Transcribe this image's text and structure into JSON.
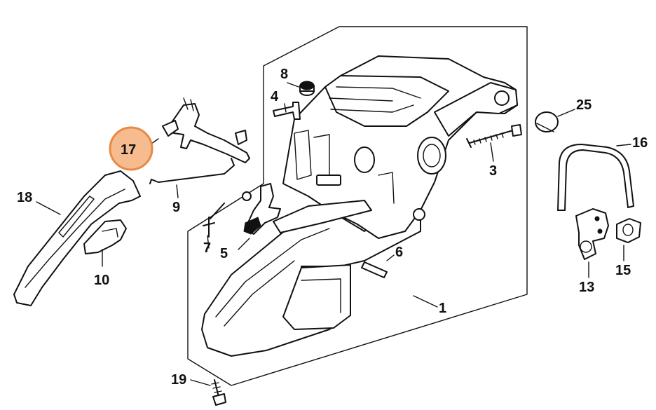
{
  "callouts": {
    "p1": "1",
    "p3": "3",
    "p4": "4",
    "p5": "5",
    "p6": "6",
    "p7": "7",
    "p8": "8",
    "p9": "9",
    "p10": "10",
    "p13": "13",
    "p15": "15",
    "p16": "16",
    "p17": "17",
    "p18": "18",
    "p19": "19",
    "p25": "25"
  },
  "highlight": {
    "part": "17",
    "fill_color": "#f6bb8e",
    "stroke_color": "#e68a45"
  }
}
